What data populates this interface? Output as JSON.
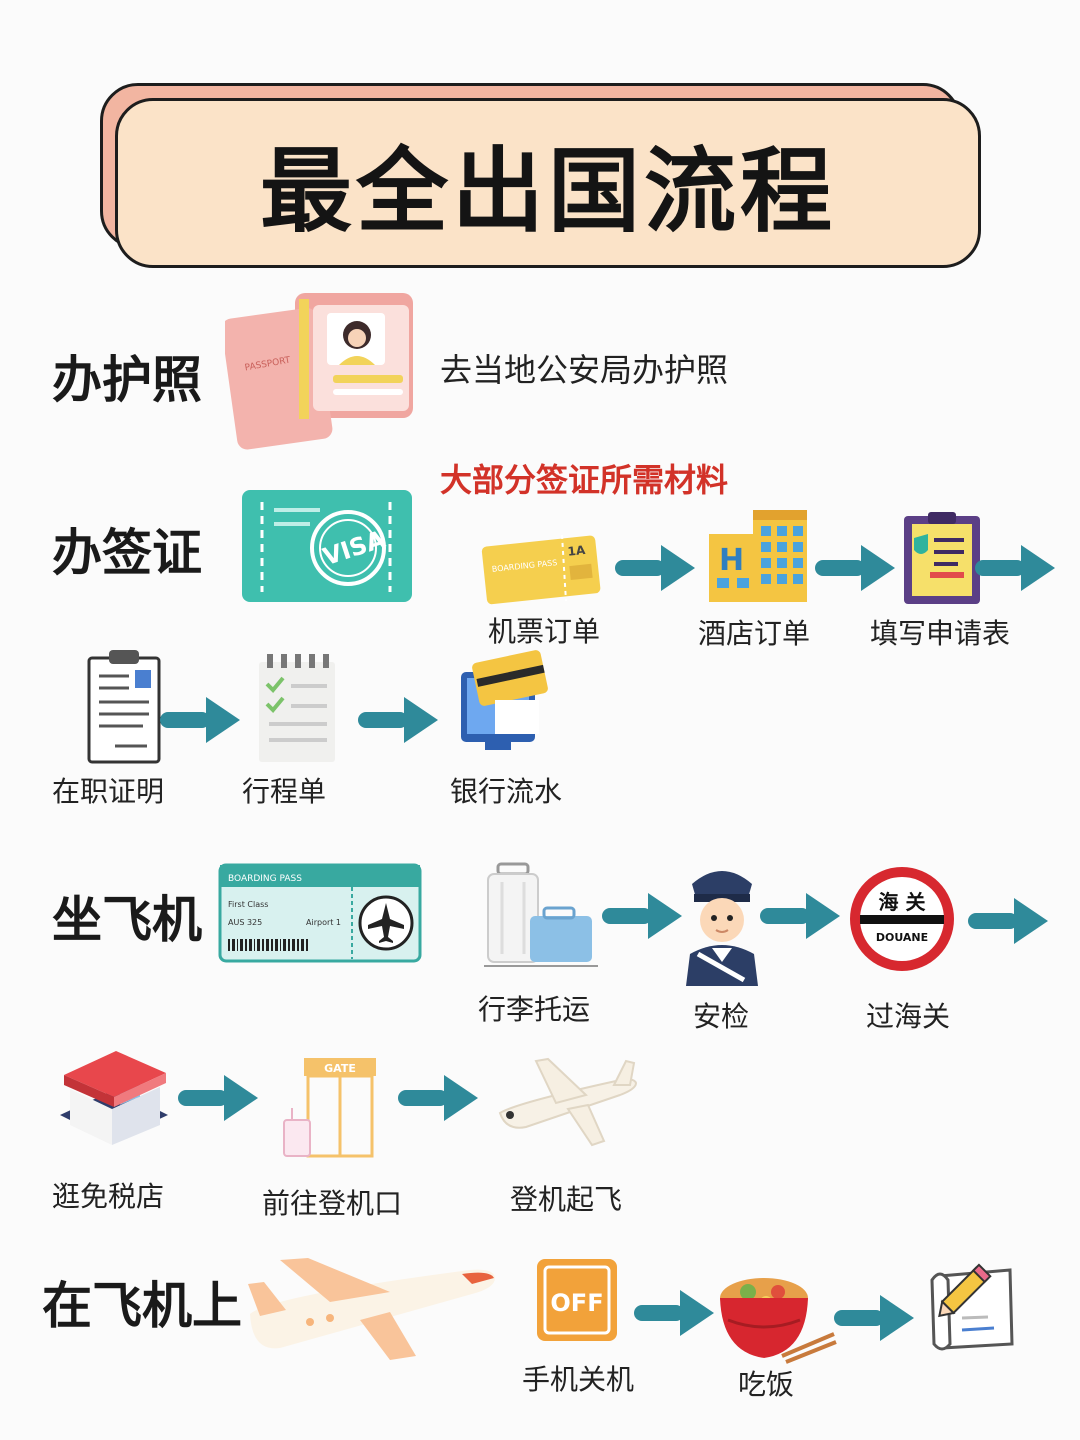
{
  "title": "最全出国流程",
  "colors": {
    "arrow": "#2f8a9a",
    "title_bg": "#fbe3c8",
    "title_shadow": "#f2b5a1",
    "red_note": "#d23228"
  },
  "sections": {
    "passport": {
      "heading": "办护照",
      "note": "去当地公安局办护照",
      "icon": "passport-icon",
      "icon_text": "PASSPORT"
    },
    "visa": {
      "heading": "办签证",
      "subheading": "大部分签证所需材料",
      "icon": "visa-ticket-icon",
      "icon_text": "VISA",
      "steps": [
        {
          "label": "机票订单",
          "icon": "boarding-pass-icon",
          "icon_text": "BOARDING PASS",
          "icon_text2": "1A"
        },
        {
          "label": "酒店订单",
          "icon": "hotel-icon",
          "icon_text": "H"
        },
        {
          "label": "填写申请表",
          "icon": "application-form-icon"
        },
        {
          "label": "在职证明",
          "icon": "employment-certificate-icon"
        },
        {
          "label": "行程单",
          "icon": "itinerary-checklist-icon"
        },
        {
          "label": "银行流水",
          "icon": "bank-statement-icon"
        }
      ]
    },
    "flight": {
      "heading": "坐飞机",
      "icon": "boarding-pass-card-icon",
      "card": {
        "header": "BOARDING PASS",
        "class": "First Class",
        "flight": "AUS 325",
        "airport": "Airport 1"
      },
      "steps": [
        {
          "label": "行李托运",
          "icon": "luggage-icon"
        },
        {
          "label": "安检",
          "icon": "security-officer-icon"
        },
        {
          "label": "过海关",
          "icon": "customs-sign-icon",
          "icon_text": "海 关",
          "icon_text2": "DOUANE"
        },
        {
          "label": "逛免税店",
          "icon": "duty-free-shop-icon"
        },
        {
          "label": "前往登机口",
          "icon": "gate-icon",
          "icon_text": "GATE"
        },
        {
          "label": "登机起飞",
          "icon": "airplane-takeoff-icon"
        }
      ]
    },
    "onboard": {
      "heading": "在飞机上",
      "icon": "airplane-icon",
      "steps": [
        {
          "label": "手机关机",
          "icon": "phone-off-icon",
          "icon_text": "OFF"
        },
        {
          "label": "吃饭",
          "icon": "noodle-bowl-icon"
        },
        {
          "label": "",
          "icon": "writing-form-icon"
        }
      ]
    }
  }
}
